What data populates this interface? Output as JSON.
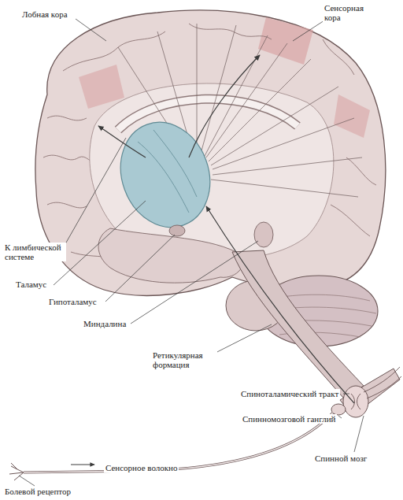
{
  "diagram": {
    "labels": [
      "Лобная кора",
      "Сенсорная кора",
      "К лимбической системе",
      "Таламус",
      "Гипоталамус",
      "Миндалина",
      "Ретикулярная формация",
      "Спиноталамический тракт",
      "Спинномозговой ганглий",
      "Спинной мозг",
      "Сенсорное волокно",
      "Болевой рецептор"
    ]
  }
}
